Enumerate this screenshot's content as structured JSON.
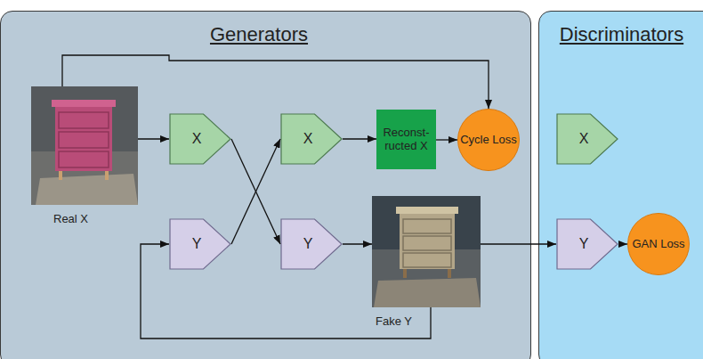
{
  "diagram": {
    "nodes": [
      {
        "text": [
          "Generators"
        ]
      },
      {
        "text": [
          "Real X"
        ],
        "in": 0
      },
      {
        "text": [
          "X"
        ],
        "in": 0
      },
      {
        "text": [
          "Y"
        ],
        "in": 0
      },
      {
        "text": [
          "X"
        ],
        "in": 0
      },
      {
        "text": [
          "Y"
        ],
        "in": 0
      },
      {
        "text": [
          "Reconst- ructed X"
        ],
        "in": 0
      },
      {
        "text": [
          "Cycle Loss"
        ],
        "in": 0
      },
      {
        "text": [
          "Fake Y"
        ],
        "in": 0
      },
      {
        "text": [
          "Discriminators"
        ]
      },
      {
        "text": [
          "X"
        ],
        "in": 9
      },
      {
        "text": [
          "Y"
        ],
        "in": 9
      },
      {
        "text": [
          "GAN Loss"
        ],
        "in": 9
      }
    ],
    "edges": [
      {
        "from": 1,
        "to": 2,
        "arrow": "to"
      },
      {
        "from": 1,
        "to": 7,
        "arrow": "to"
      },
      {
        "from": 2,
        "to": 5,
        "arrow": "to"
      },
      {
        "from": 3,
        "to": 4,
        "arrow": "to"
      },
      {
        "from": 4,
        "to": 6,
        "arrow": "to"
      },
      {
        "from": 6,
        "to": 7,
        "arrow": "to"
      },
      {
        "from": 5,
        "to": 8,
        "arrow": "to"
      },
      {
        "from": 8,
        "to": 3,
        "arrow": "to"
      },
      {
        "from": 8,
        "to": 11,
        "arrow": "to"
      },
      {
        "from": 11,
        "to": 12,
        "arrow": "to"
      }
    ]
  }
}
